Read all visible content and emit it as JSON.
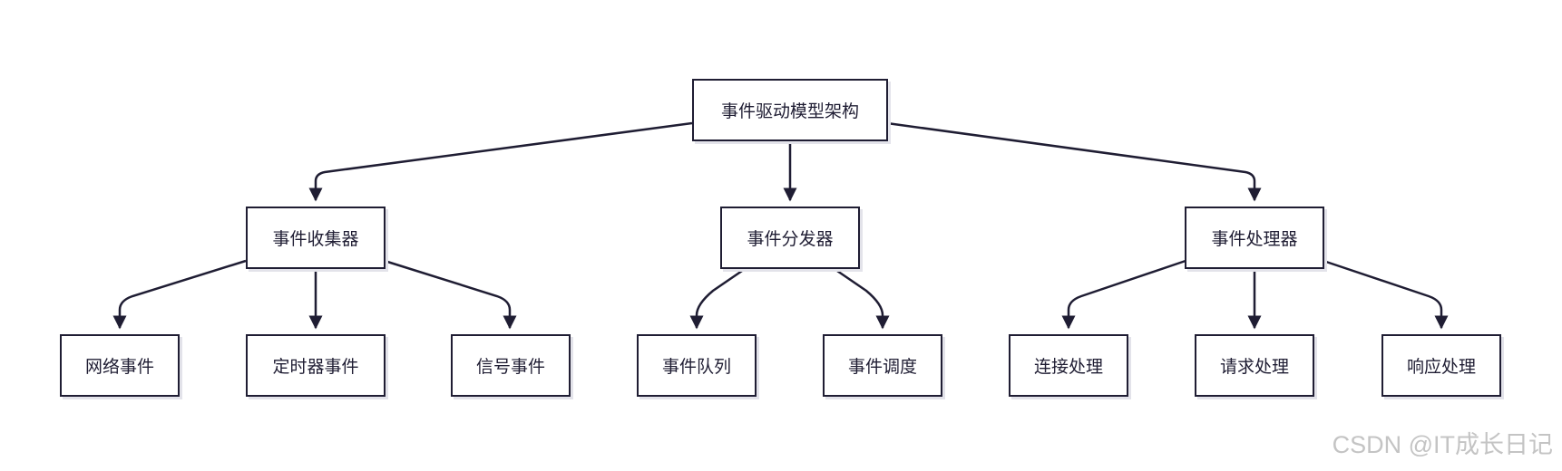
{
  "diagram": {
    "root": "事件驱动模型架构",
    "modules": [
      {
        "label": "事件收集器",
        "children": [
          "网络事件",
          "定时器事件",
          "信号事件"
        ]
      },
      {
        "label": "事件分发器",
        "children": [
          "事件队列",
          "事件调度"
        ]
      },
      {
        "label": "事件处理器",
        "children": [
          "连接处理",
          "请求处理",
          "响应处理"
        ]
      }
    ]
  },
  "watermark": "CSDN @IT成长日记",
  "colors": {
    "stroke": "#1f1d33",
    "background": "#ffffff",
    "shadow": "#e3e3ea",
    "watermark": "#c4c4c4"
  }
}
